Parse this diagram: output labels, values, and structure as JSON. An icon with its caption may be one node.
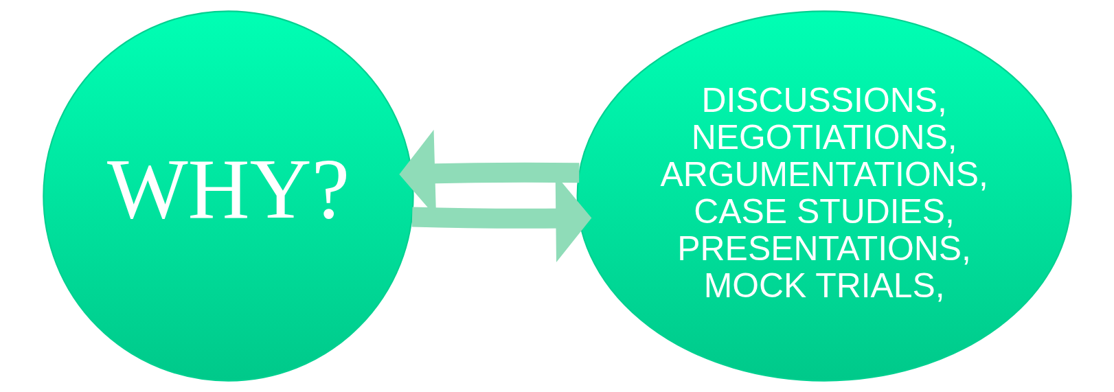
{
  "diagram": {
    "nodes": [
      {
        "text": [
          "WHY?"
        ]
      },
      {
        "text": [
          "DISCUSSIONS, NEGOTIATIONS, ARGUMENTATIONS, CASE STUDIES, PRESENTATIONS, MOCK TRIALS,"
        ]
      }
    ],
    "edges": [
      {
        "from": 0,
        "to": 1,
        "arrow": "to"
      },
      {
        "from": 1,
        "to": 0,
        "arrow": "to"
      }
    ]
  }
}
